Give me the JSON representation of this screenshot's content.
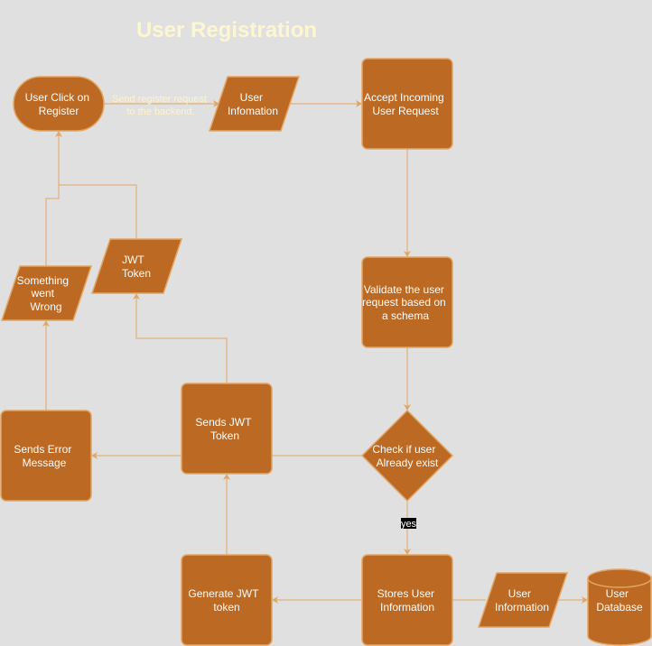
{
  "diagram": {
    "title": "User Registration",
    "colors": {
      "background": "#e0e0e0",
      "node_fill": "#bc6a23",
      "node_stroke": "#e2a664",
      "edge": "#e2a664",
      "title": "#fcf7d2",
      "node_text": "#fdfdfd",
      "edge_label": "#fff2cc",
      "yes_bg": "#000000"
    },
    "nodes": {
      "user_click": [
        "User Click on",
        "Register"
      ],
      "user_info_1": [
        "User",
        "Infomation"
      ],
      "accept_request": [
        "Accept Incoming",
        "User  Request"
      ],
      "validate": [
        "Validate the user",
        "request based on",
        "a schema"
      ],
      "check_exist": [
        "Check if user",
        "Already exist"
      ],
      "stores_user": [
        "Stores User",
        "Information"
      ],
      "user_info_2": [
        "User",
        "Information"
      ],
      "user_database": [
        "User",
        "Database"
      ],
      "generate_jwt": [
        "Generate JWT",
        "token"
      ],
      "sends_jwt": [
        "Sends JWT",
        "Token"
      ],
      "sends_error": [
        "Sends Error",
        "Message"
      ],
      "jwt_token": [
        "JWT",
        "Token"
      ],
      "something_wrong": [
        "Something",
        "went",
        "Wrong"
      ]
    },
    "edge_labels": {
      "send_register": [
        "Send register request",
        "to the backend."
      ],
      "yes": "yes"
    }
  }
}
